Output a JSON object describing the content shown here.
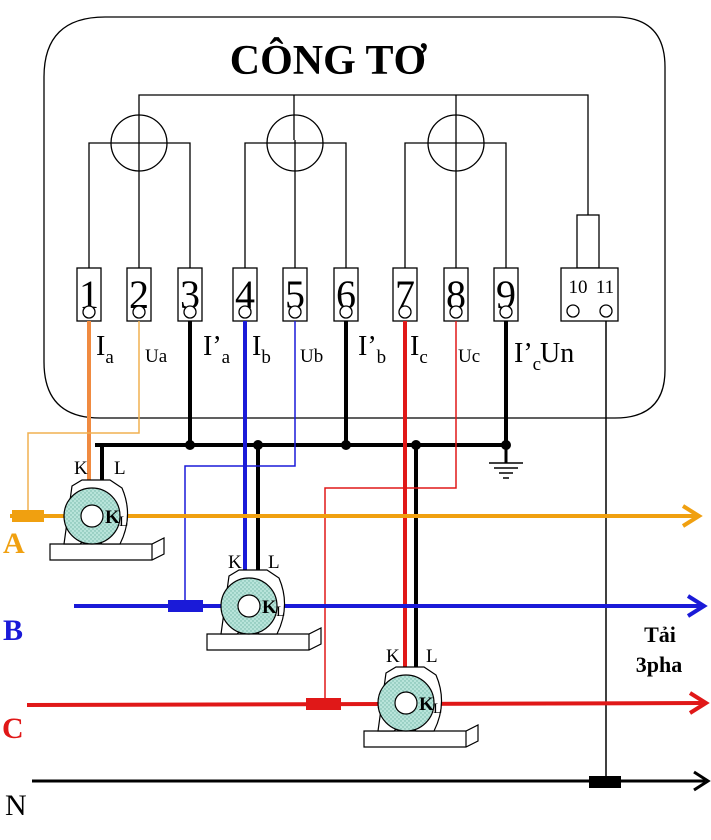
{
  "diagram": {
    "title": "CÔNG TƠ",
    "terminals": [
      {
        "num": "1",
        "label": "I",
        "sub": "a",
        "wire": "phase_a"
      },
      {
        "num": "2",
        "label": "Ua",
        "sub": "",
        "wire": "phase_a_voltage"
      },
      {
        "num": "3",
        "label": "I’",
        "sub": "a",
        "wire": "common"
      },
      {
        "num": "4",
        "label": "I",
        "sub": "b",
        "wire": "phase_b"
      },
      {
        "num": "5",
        "label": "Ub",
        "sub": "",
        "wire": "phase_b_voltage"
      },
      {
        "num": "6",
        "label": "I’",
        "sub": "b",
        "wire": "common"
      },
      {
        "num": "7",
        "label": "I",
        "sub": "c",
        "wire": "phase_c"
      },
      {
        "num": "8",
        "label": "Uc",
        "sub": "",
        "wire": "phase_c_voltage"
      },
      {
        "num": "9",
        "label": "I’",
        "sub": "c",
        "wire": "common"
      }
    ],
    "neutral_block": {
      "nums": [
        "10",
        "11"
      ],
      "label": "Un"
    },
    "ct_labels": {
      "k": "K",
      "l": "L"
    },
    "phases": [
      {
        "name": "A",
        "color": "#f0a010"
      },
      {
        "name": "B",
        "color": "#1a1ad8"
      },
      {
        "name": "C",
        "color": "#e01818"
      },
      {
        "name": "N",
        "color": "#000000"
      }
    ],
    "load_label_line1": "Tải",
    "load_label_line2": "3pha",
    "colors": {
      "a_current": "#f08a40",
      "a_voltage": "#f0b050",
      "b": "#1a1ad8",
      "c": "#e01818",
      "ct_fill": "#a8dcd0",
      "black": "#000000"
    }
  }
}
